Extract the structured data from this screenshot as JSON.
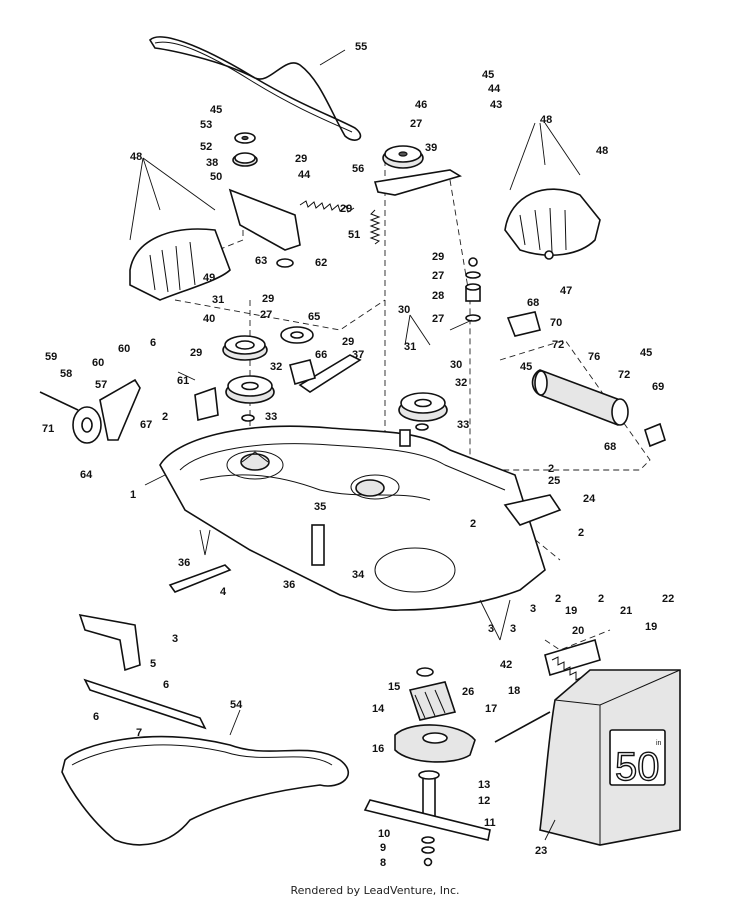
{
  "footer_text": "Rendered by LeadVenture, Inc.",
  "deck_label": {
    "size": "50",
    "suffix": "in"
  },
  "callouts": {
    "c1": "1",
    "c2a": "2",
    "c2b": "2",
    "c2c": "2",
    "c2d": "2",
    "c2e": "2",
    "c2f": "2",
    "c3a": "3",
    "c3b": "3",
    "c3c": "3",
    "c3d": "3",
    "c4": "4",
    "c5": "5",
    "c6a": "6",
    "c6b": "6",
    "c6c": "6",
    "c7": "7",
    "c8": "8",
    "c9": "9",
    "c10": "10",
    "c11": "11",
    "c12": "12",
    "c13": "13",
    "c14": "14",
    "c15": "15",
    "c16": "16",
    "c17": "17",
    "c18": "18",
    "c19a": "19",
    "c19b": "19",
    "c20": "20",
    "c21": "21",
    "c22": "22",
    "c23": "23",
    "c24": "24",
    "c25": "25",
    "c26": "26",
    "c27a": "27",
    "c27b": "27",
    "c27c": "27",
    "c27d": "27",
    "c28": "28",
    "c29a": "29",
    "c29b": "29",
    "c29c": "29",
    "c29d": "29",
    "c29e": "29",
    "c29f": "29",
    "c30a": "30",
    "c30b": "30",
    "c31a": "31",
    "c31b": "31",
    "c32a": "32",
    "c32b": "32",
    "c33a": "33",
    "c33b": "33",
    "c34": "34",
    "c35": "35",
    "c36a": "36",
    "c36b": "36",
    "c37": "37",
    "c38": "38",
    "c39": "39",
    "c40": "40",
    "c42": "42",
    "c43": "43",
    "c44a": "44",
    "c44b": "44",
    "c45a": "45",
    "c45b": "45",
    "c45c": "45",
    "c45d": "45",
    "c46": "46",
    "c47": "47",
    "c48a": "48",
    "c48b": "48",
    "c48c": "48",
    "c49": "49",
    "c50": "50",
    "c51": "51",
    "c52": "52",
    "c53": "53",
    "c54": "54",
    "c55": "55",
    "c56": "56",
    "c57": "57",
    "c58": "58",
    "c59": "59",
    "c60a": "60",
    "c60b": "60",
    "c61": "61",
    "c62": "62",
    "c63": "63",
    "c64": "64",
    "c65": "65",
    "c66": "66",
    "c67": "67",
    "c68a": "68",
    "c68b": "68",
    "c69": "69",
    "c70": "70",
    "c71": "71",
    "c72a": "72",
    "c72b": "72",
    "c76": "76"
  }
}
